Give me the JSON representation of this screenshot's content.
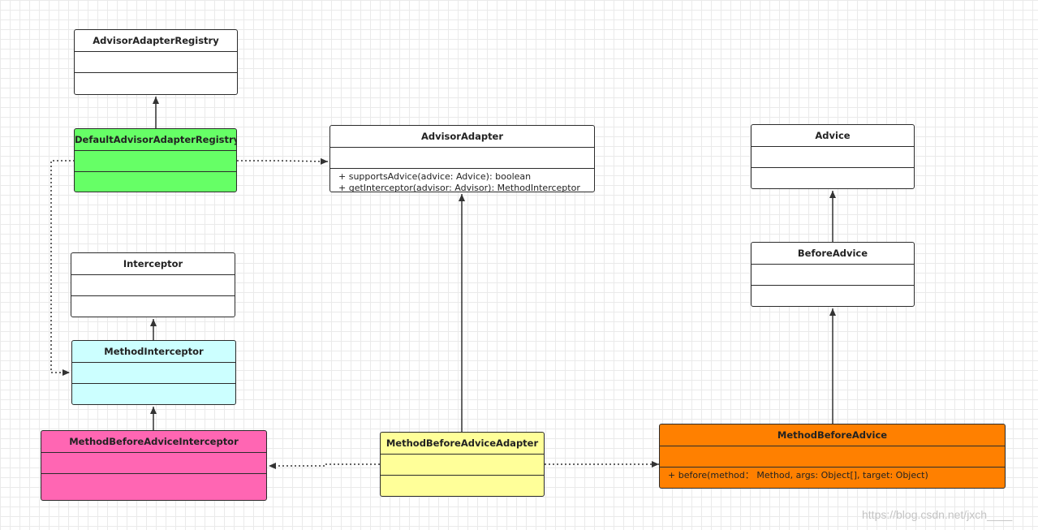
{
  "classes": {
    "advisor_adapter_registry": {
      "name": "AdvisorAdapterRegistry",
      "color": "#ffffff"
    },
    "default_advisor_adapter_registry": {
      "name": "DefaultAdvisorAdapterRegistry",
      "color": "#66ff66"
    },
    "advisor_adapter": {
      "name": "AdvisorAdapter",
      "color": "#ffffff",
      "operations": [
        "+ supportsAdvice(advice: Advice):  boolean",
        "+ getInterceptor(advisor: Advisor): MethodInterceptor"
      ]
    },
    "advice": {
      "name": "Advice",
      "color": "#ffffff"
    },
    "before_advice": {
      "name": "BeforeAdvice",
      "color": "#ffffff"
    },
    "interceptor": {
      "name": "Interceptor",
      "color": "#ffffff"
    },
    "method_interceptor": {
      "name": "MethodInterceptor",
      "color": "#ccffff"
    },
    "method_before_advice_interceptor": {
      "name": "MethodBeforeAdviceInterceptor",
      "color": "#ff66b3"
    },
    "method_before_advice_adapter": {
      "name": "MethodBeforeAdviceAdapter",
      "color": "#ffff99"
    },
    "method_before_advice": {
      "name": "MethodBeforeAdvice",
      "color": "#ff8000",
      "operations": [
        "+ before(method：  Method, args: Object[], target: Object)"
      ]
    }
  },
  "relations": [
    {
      "from": "default_advisor_adapter_registry",
      "to": "advisor_adapter_registry",
      "kind": "generalization"
    },
    {
      "from": "default_advisor_adapter_registry",
      "to": "advisor_adapter",
      "kind": "dependency"
    },
    {
      "from": "default_advisor_adapter_registry",
      "to": "method_interceptor",
      "kind": "dependency"
    },
    {
      "from": "method_interceptor",
      "to": "interceptor",
      "kind": "generalization"
    },
    {
      "from": "method_before_advice_interceptor",
      "to": "method_interceptor",
      "kind": "generalization"
    },
    {
      "from": "method_before_advice_adapter",
      "to": "advisor_adapter",
      "kind": "generalization"
    },
    {
      "from": "method_before_advice_adapter",
      "to": "method_before_advice_interceptor",
      "kind": "dependency"
    },
    {
      "from": "method_before_advice_adapter",
      "to": "method_before_advice",
      "kind": "dependency"
    },
    {
      "from": "before_advice",
      "to": "advice",
      "kind": "generalization"
    },
    {
      "from": "method_before_advice",
      "to": "before_advice",
      "kind": "generalization"
    }
  ],
  "watermark": "https://blog.csdn.net/jxch____"
}
